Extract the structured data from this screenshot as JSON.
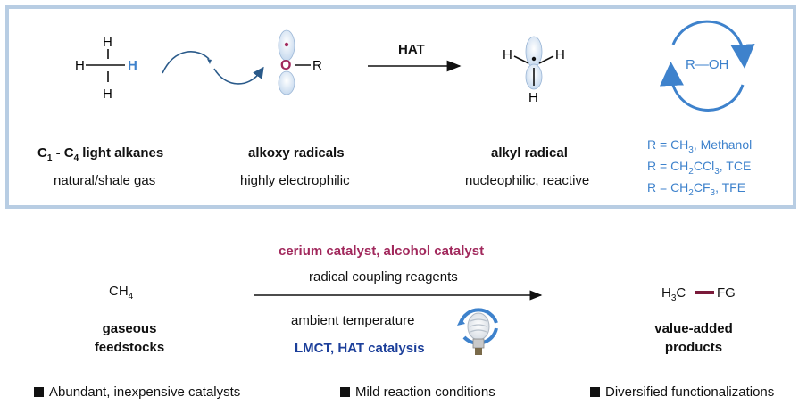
{
  "top_panel": {
    "alkanes": {
      "title": "C1 - C4 light alkanes",
      "subtitle": "natural/shale gas"
    },
    "alkoxy": {
      "title": "alkoxy radicals",
      "subtitle": "highly electrophilic"
    },
    "hat_label": "HAT",
    "alkyl": {
      "title": "alkyl radical",
      "subtitle": "nucleophilic, reactive"
    },
    "cycle_label": "R—OH",
    "r_values": [
      "R = CH3, Methanol",
      "R = CH2CCl3, TCE",
      "R = CH2CF3, TFE"
    ]
  },
  "reaction": {
    "reactant": "CH4",
    "reactant_label": [
      "gaseous",
      "feedstocks"
    ],
    "catalysts": "cerium catalyst, alcohol catalyst",
    "reagents": "radical coupling reagents",
    "temperature": "ambient temperature",
    "mechanism": "LMCT, HAT catalysis",
    "product": "H3C",
    "product_fg": "FG",
    "product_label": [
      "value-added",
      "products"
    ]
  },
  "bullets": [
    "Abundant, inexpensive catalysts",
    "Mild reaction conditions",
    "Diversified functionalizations"
  ],
  "colors": {
    "frame": "#b8cde3",
    "blue": "#3e82cc",
    "purple": "#a1285c",
    "navy": "#1c3f9a"
  }
}
